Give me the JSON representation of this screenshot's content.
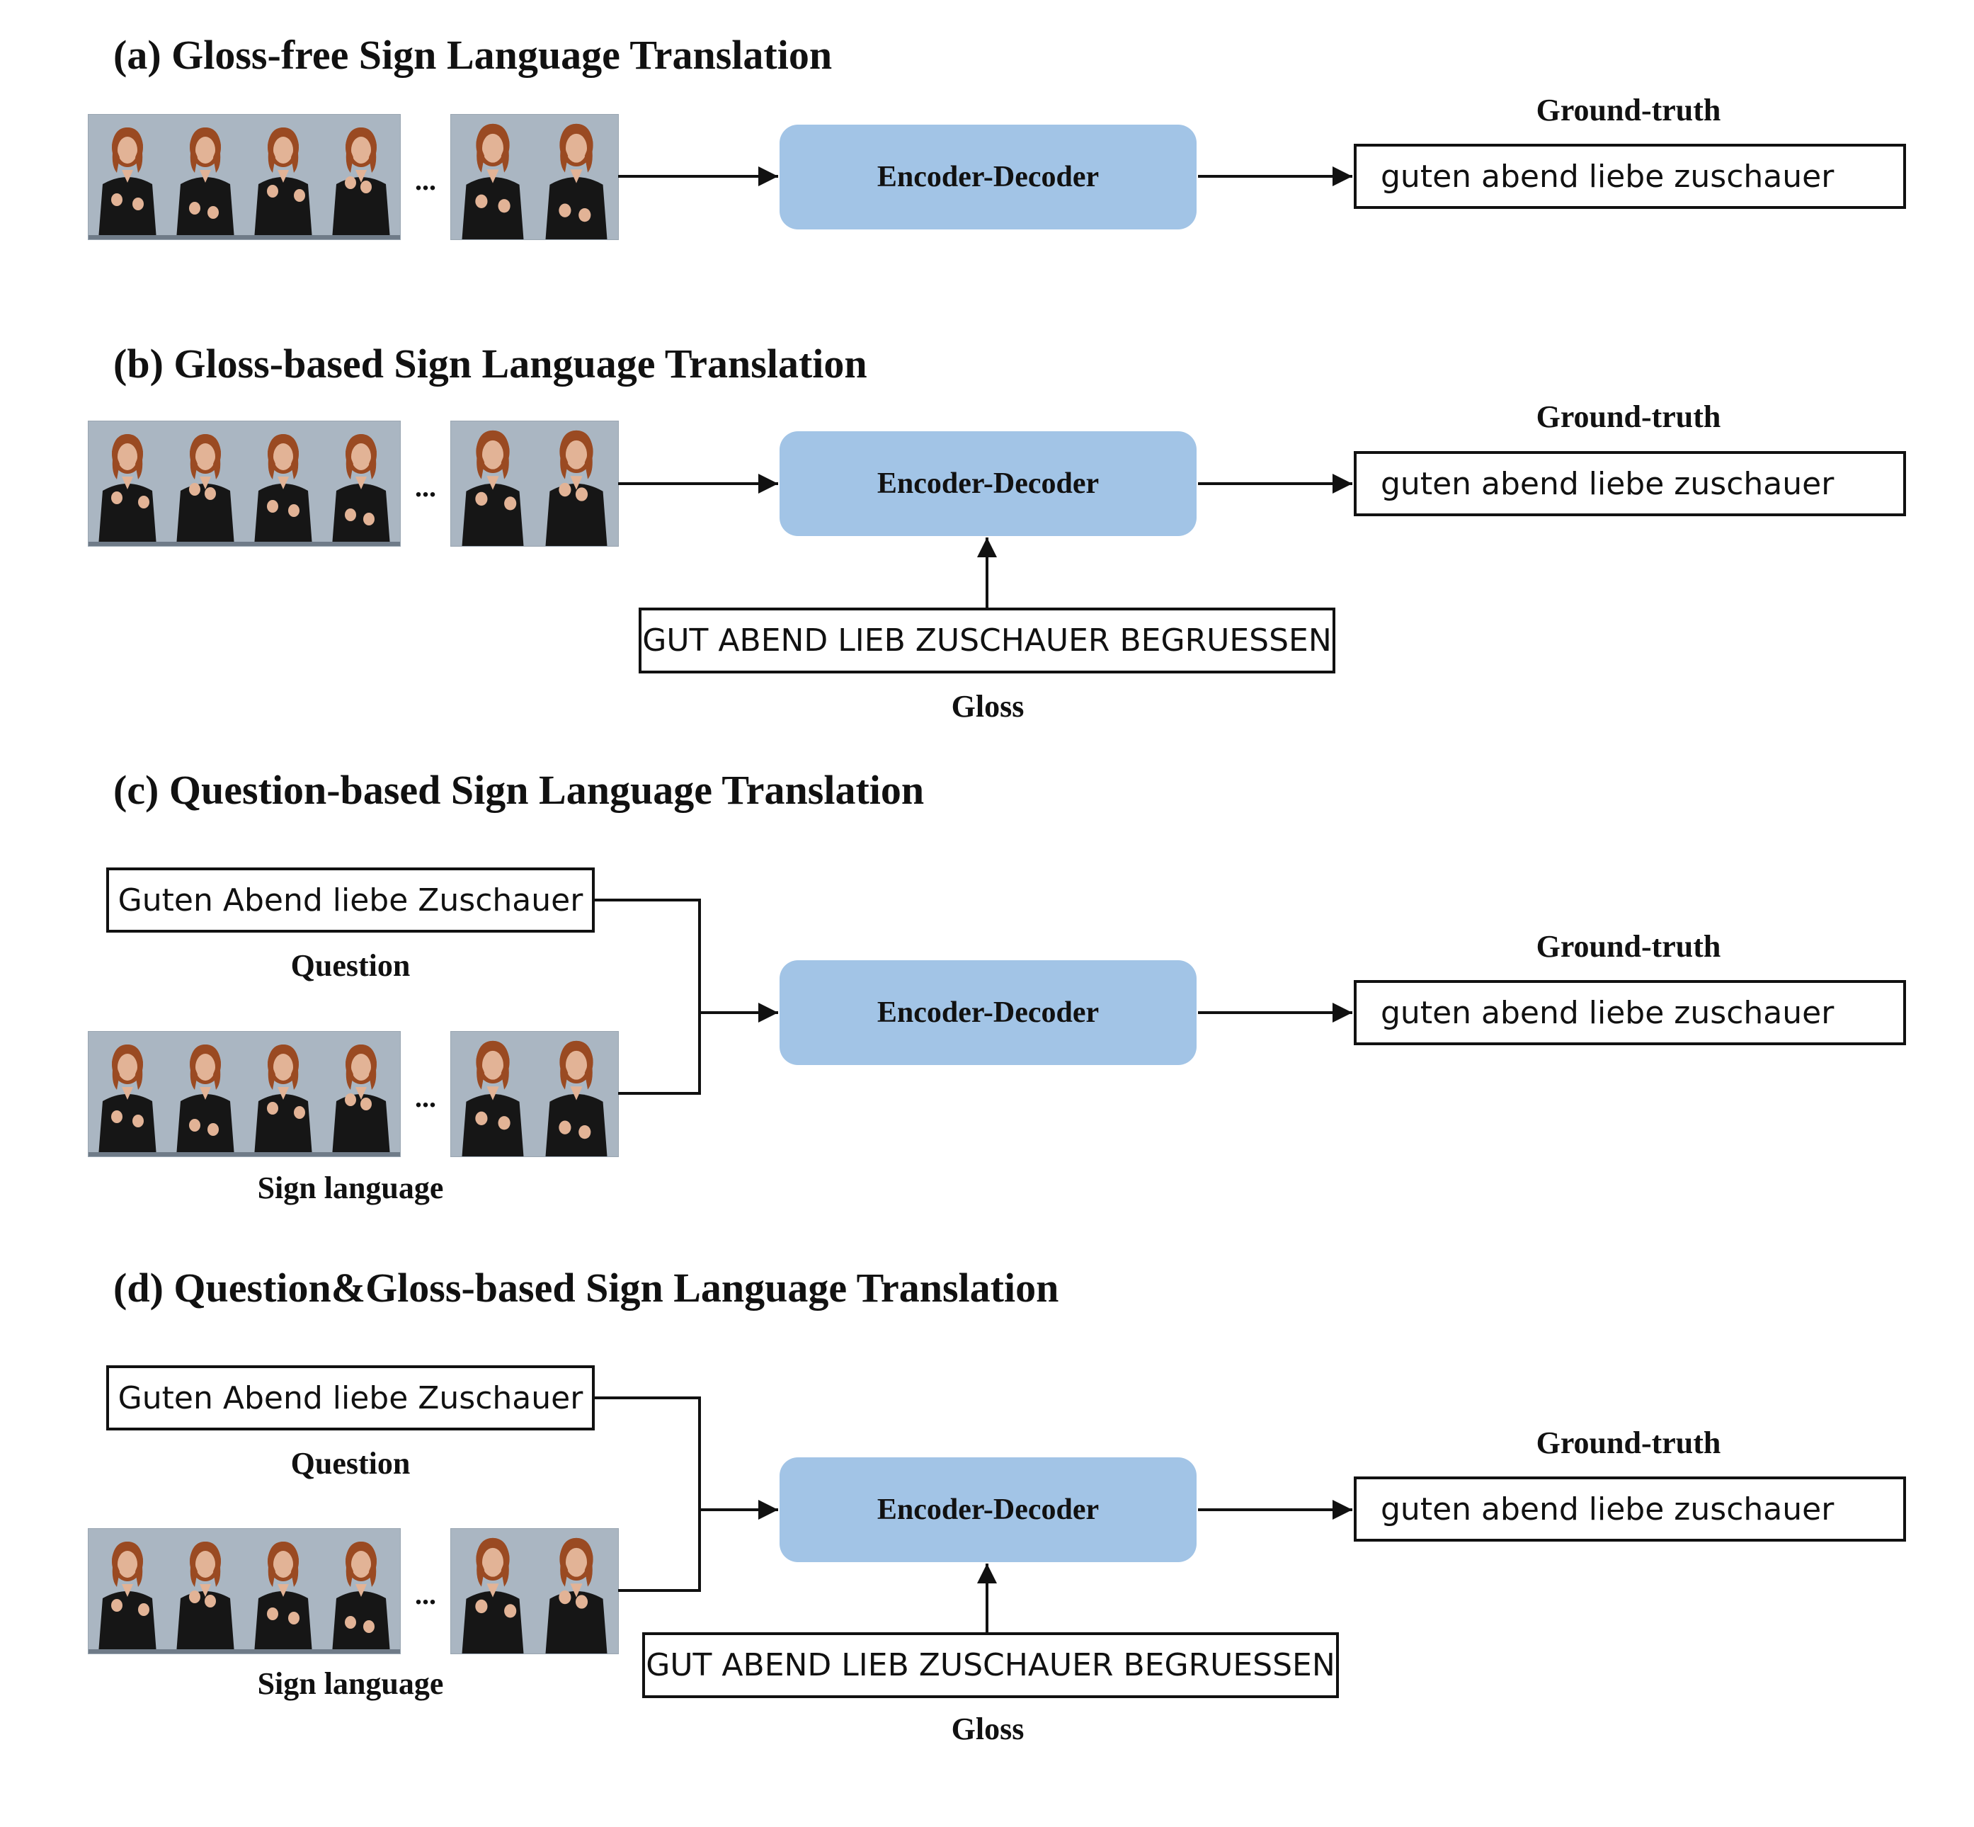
{
  "panels": {
    "a": {
      "title": "(a) Gloss-free Sign Language Translation",
      "encoder": "Encoder-Decoder",
      "gt_label": "Ground-truth",
      "gt_text": "guten abend liebe zuschauer",
      "ellipsis": "..."
    },
    "b": {
      "title": "(b) Gloss-based Sign Language Translation",
      "encoder": "Encoder-Decoder",
      "gt_label": "Ground-truth",
      "gt_text": "guten abend liebe zuschauer",
      "gloss_text": "GUT ABEND LIEB ZUSCHAUER BEGRUESSEN",
      "gloss_label": "Gloss",
      "ellipsis": "..."
    },
    "c": {
      "title": "(c) Question-based Sign Language Translation",
      "question_text": "Guten Abend liebe Zuschauer",
      "question_label": "Question",
      "sign_label": "Sign language",
      "encoder": "Encoder-Decoder",
      "gt_label": "Ground-truth",
      "gt_text": "guten abend liebe zuschauer",
      "ellipsis": "..."
    },
    "d": {
      "title": "(d) Question&Gloss-based Sign Language Translation",
      "question_text": "Guten Abend liebe Zuschauer",
      "question_label": "Question",
      "sign_label": "Sign language",
      "encoder": "Encoder-Decoder",
      "gt_label": "Ground-truth",
      "gt_text": "guten abend liebe zuschauer",
      "gloss_text": "GUT ABEND LIEB ZUSCHAUER BEGRUESSEN",
      "gloss_label": "Gloss",
      "ellipsis": "..."
    }
  },
  "colors": {
    "encoder_fill": "#a2c4e6",
    "stroke": "#111111",
    "frame_background": "#aab6c2",
    "signer_clothing": "#161616",
    "signer_hair": "#9a4a22",
    "signer_skin": "#e2b396"
  }
}
